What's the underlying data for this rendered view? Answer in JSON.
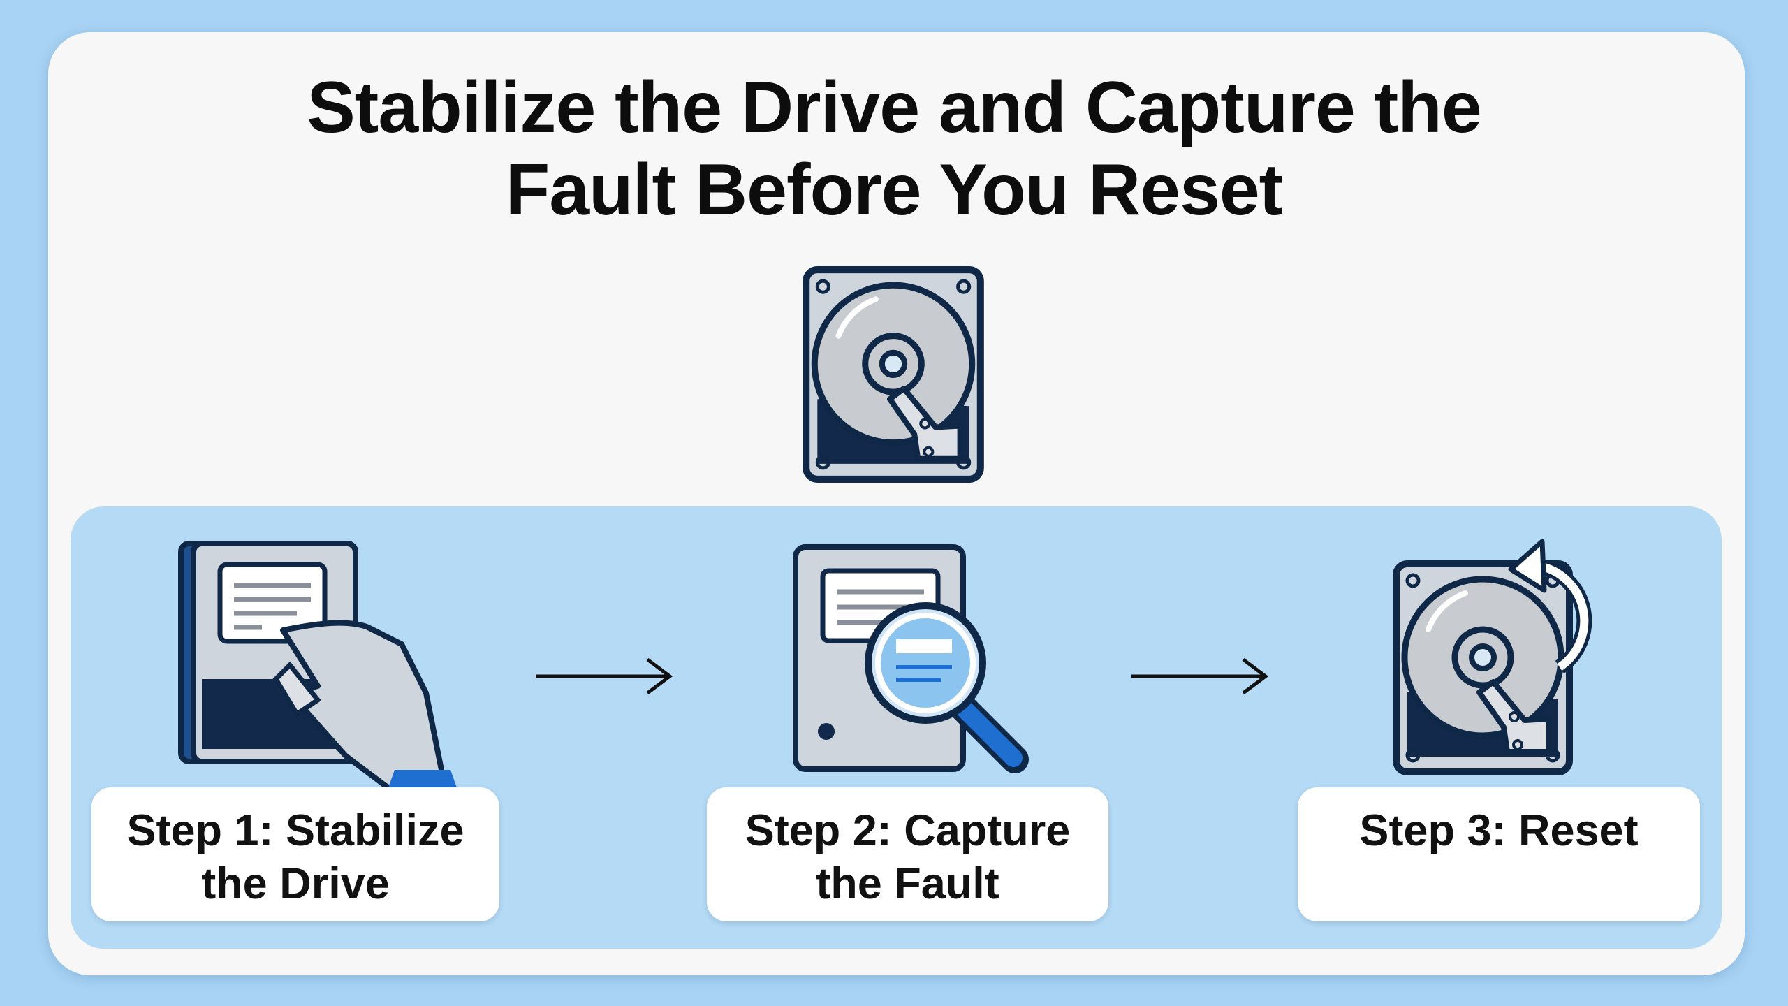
{
  "title": {
    "line1": "Stabilize the Drive and Capture the",
    "line2": "Fault Before You Reset"
  },
  "hero_icon": "hard-drive-icon",
  "steps": [
    {
      "line1": "Step 1: Stabilize",
      "line2": "the Drive",
      "icon": "hand-holding-drive-icon"
    },
    {
      "line1": "Step 2: Capture",
      "line2": "the Fault",
      "icon": "drive-magnifier-icon"
    },
    {
      "line1": "Step 3: Reset",
      "line2": "",
      "icon": "drive-reset-icon"
    }
  ],
  "colors": {
    "background": "#a8d3f4",
    "card": "#f6f7f6",
    "panel": "#b4daf5",
    "outline": "#0f2847",
    "accent": "#1e6fd0"
  }
}
